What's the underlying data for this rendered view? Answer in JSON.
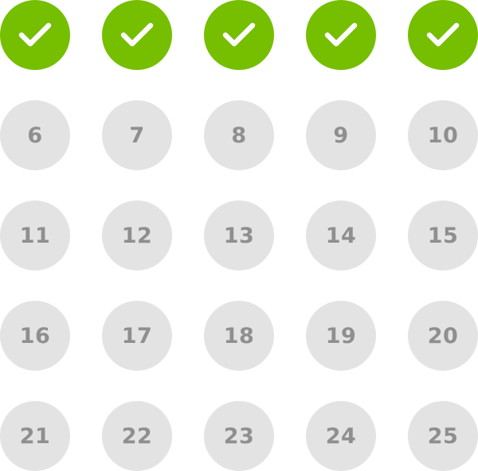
{
  "colors": {
    "completed": "#76be00",
    "pending": "#e3e3e3",
    "pending_text": "#8f8f8f",
    "check": "#ffffff"
  },
  "items": [
    {
      "status": "completed",
      "icon": "checkmark-icon"
    },
    {
      "status": "completed",
      "icon": "checkmark-icon"
    },
    {
      "status": "completed",
      "icon": "checkmark-icon"
    },
    {
      "status": "completed",
      "icon": "checkmark-icon"
    },
    {
      "status": "completed",
      "icon": "checkmark-icon"
    },
    {
      "status": "pending",
      "label": "6"
    },
    {
      "status": "pending",
      "label": "7"
    },
    {
      "status": "pending",
      "label": "8"
    },
    {
      "status": "pending",
      "label": "9"
    },
    {
      "status": "pending",
      "label": "10"
    },
    {
      "status": "pending",
      "label": "11"
    },
    {
      "status": "pending",
      "label": "12"
    },
    {
      "status": "pending",
      "label": "13"
    },
    {
      "status": "pending",
      "label": "14"
    },
    {
      "status": "pending",
      "label": "15"
    },
    {
      "status": "pending",
      "label": "16"
    },
    {
      "status": "pending",
      "label": "17"
    },
    {
      "status": "pending",
      "label": "18"
    },
    {
      "status": "pending",
      "label": "19"
    },
    {
      "status": "pending",
      "label": "20"
    },
    {
      "status": "pending",
      "label": "21"
    },
    {
      "status": "pending",
      "label": "22"
    },
    {
      "status": "pending",
      "label": "23"
    },
    {
      "status": "pending",
      "label": "24"
    },
    {
      "status": "pending",
      "label": "25"
    }
  ]
}
